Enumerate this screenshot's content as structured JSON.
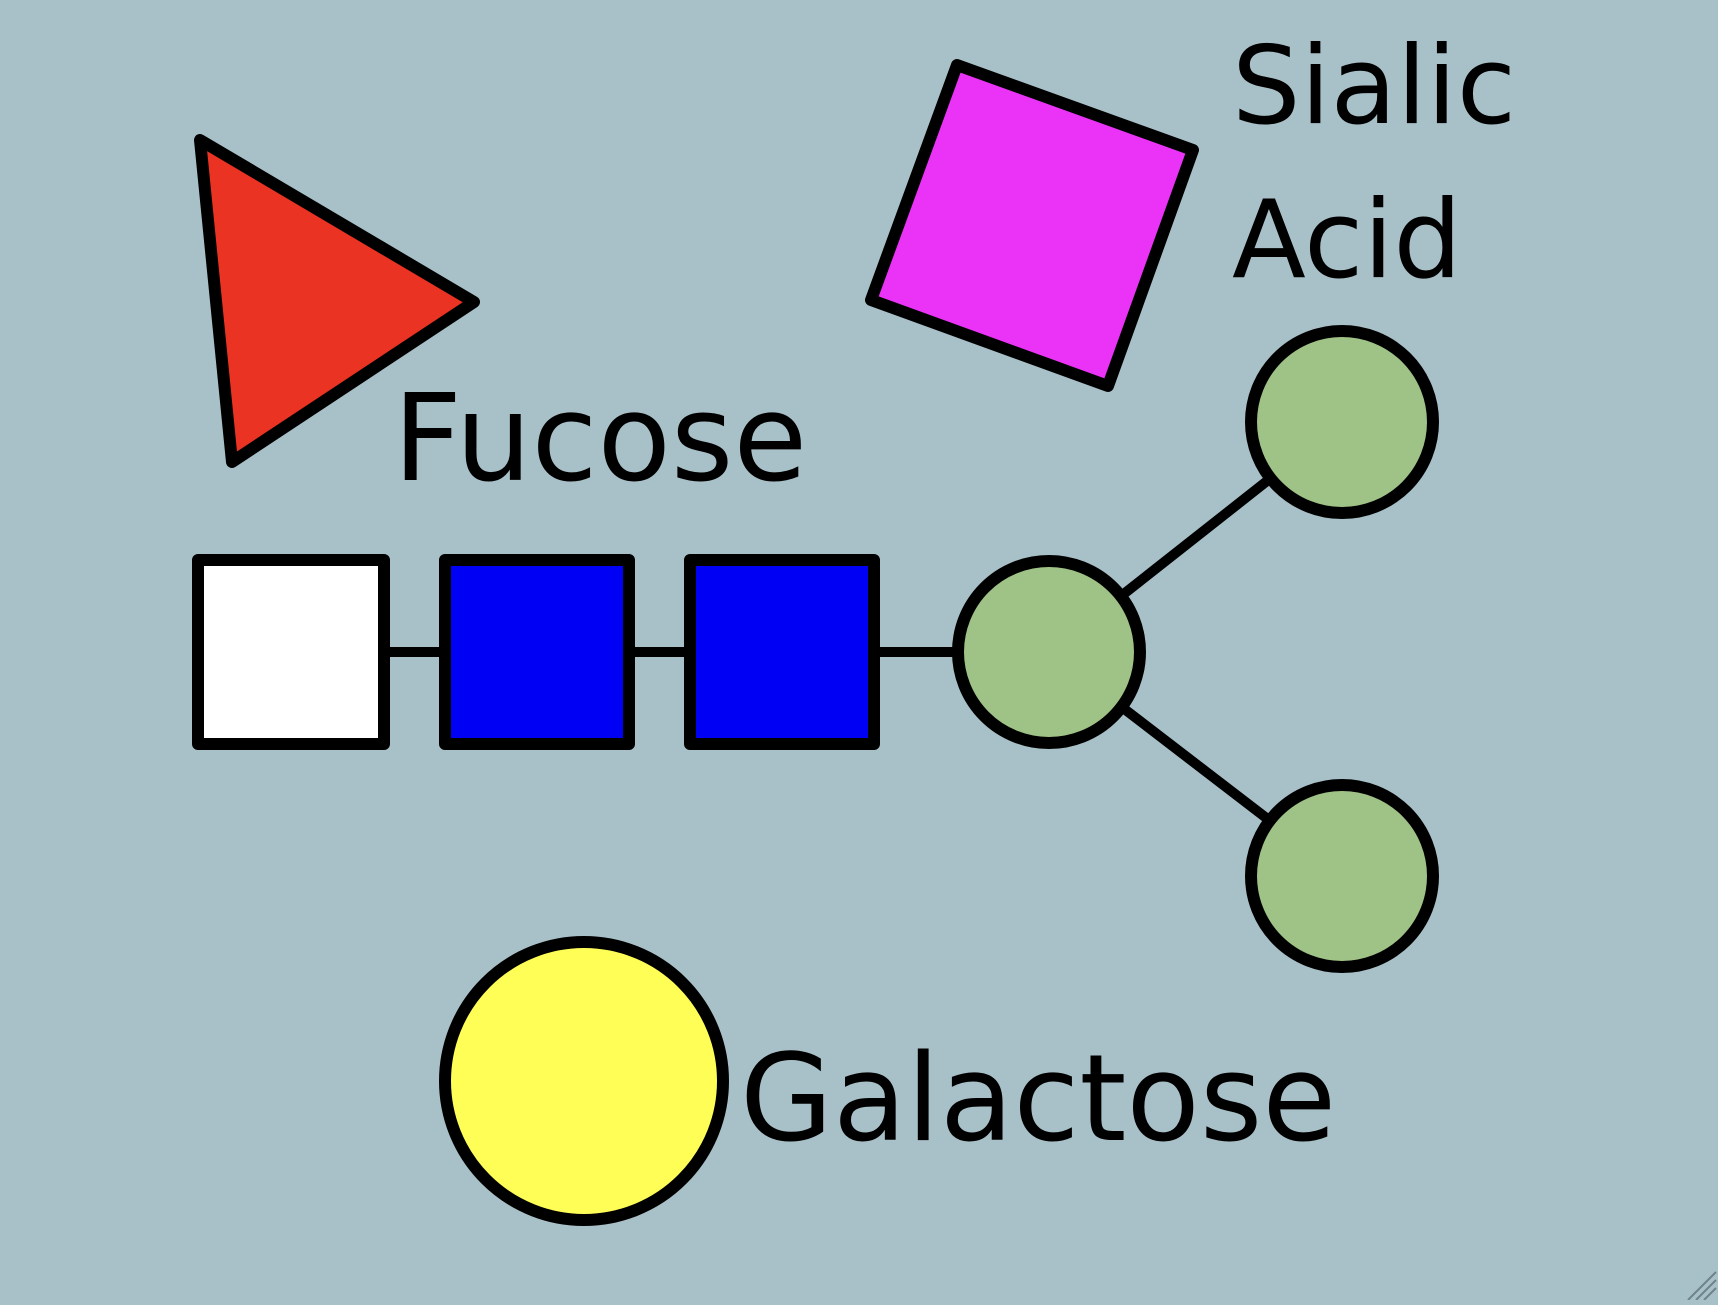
{
  "labels": {
    "fucose": "Fucose",
    "sialic_line1": "Sialic",
    "sialic_line2": "Acid",
    "galactose": "Galactose"
  },
  "colors": {
    "background": "#a8c1c8",
    "fucose": "#ea3323",
    "sialic_acid": "#ea33f7",
    "white_square": "#ffffff",
    "blue_square": "#0000f5",
    "green_circle": "#9fc386",
    "galactose": "#fffe57",
    "outline": "#000000"
  },
  "icons": {
    "resize_grip": "resize-grip-icon"
  }
}
